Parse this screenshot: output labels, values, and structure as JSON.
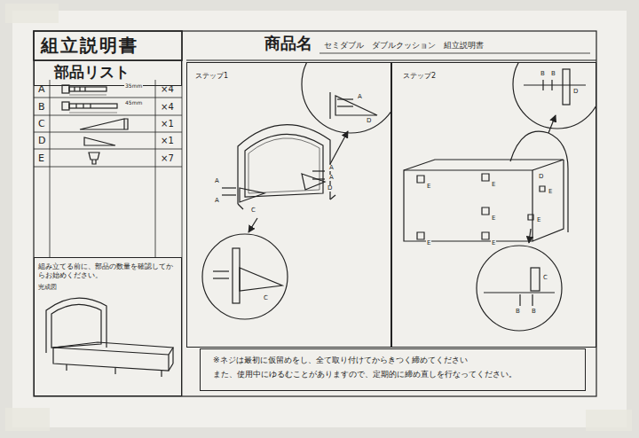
{
  "diagram": {
    "title": "組立説明書",
    "nodes": [
      {
        "text": [
          "部品リスト"
        ]
      },
      {
        "text": [
          "組み立てる前に、部品の数量を確認してからお始めください。",
          "完成図"
        ]
      },
      {
        "text": [
          "ステップ1"
        ]
      },
      {
        "text": [
          "ステップ2"
        ]
      },
      {
        "text": [
          "※ネジは最初に仮留めをし、全て取り付けてからきつく締めてください",
          "また、使用中にゆるむことがありますので、定期的に締め直しを行なってください。"
        ]
      }
    ],
    "labels": [
      "商品名",
      "セミダブル　ダブルクッション　組立説明書",
      "A",
      "35mm",
      "×4",
      "B",
      "45mm",
      "×4",
      "C",
      "×1",
      "D",
      "×1",
      "E",
      "×7",
      "A",
      "D",
      "A",
      "A",
      "A",
      "A",
      "D",
      "C",
      "C",
      "B",
      "B",
      "D",
      "E",
      "E",
      "E",
      "E",
      "E",
      "E",
      "E",
      "D",
      "C",
      "B",
      "B"
    ]
  }
}
